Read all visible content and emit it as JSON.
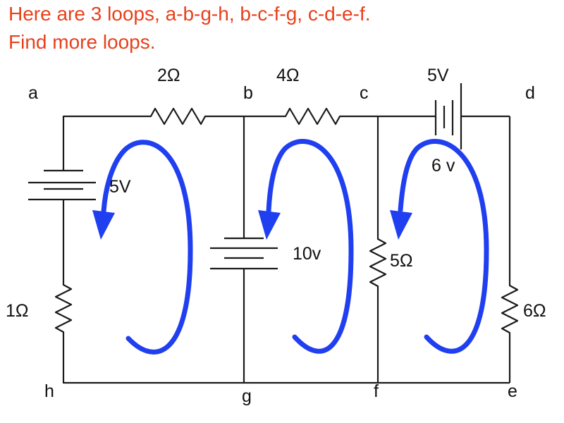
{
  "title_line1": "Here are 3 loops, a-b-g-h, b-c-f-g, c-d-e-f.",
  "title_line2": "Find more loops.",
  "nodes": {
    "a": "a",
    "b": "b",
    "c": "c",
    "d": "d",
    "e": "e",
    "f": "f",
    "g": "g",
    "h": "h"
  },
  "components": {
    "r_ab": "2Ω",
    "r_bc": "4Ω",
    "battery_cd_top": "5V",
    "battery_cd_bottom": "6 v",
    "battery_ah": "5V",
    "r_ah": "1Ω",
    "battery_bg": "10v",
    "r_cf": "5Ω",
    "r_de": "6Ω"
  },
  "colors": {
    "title": "#e8401c",
    "loop": "#1f3ff0",
    "wire": "#1a1a1a"
  },
  "loops": [
    "a-b-g-h",
    "b-c-f-g",
    "c-d-e-f"
  ]
}
